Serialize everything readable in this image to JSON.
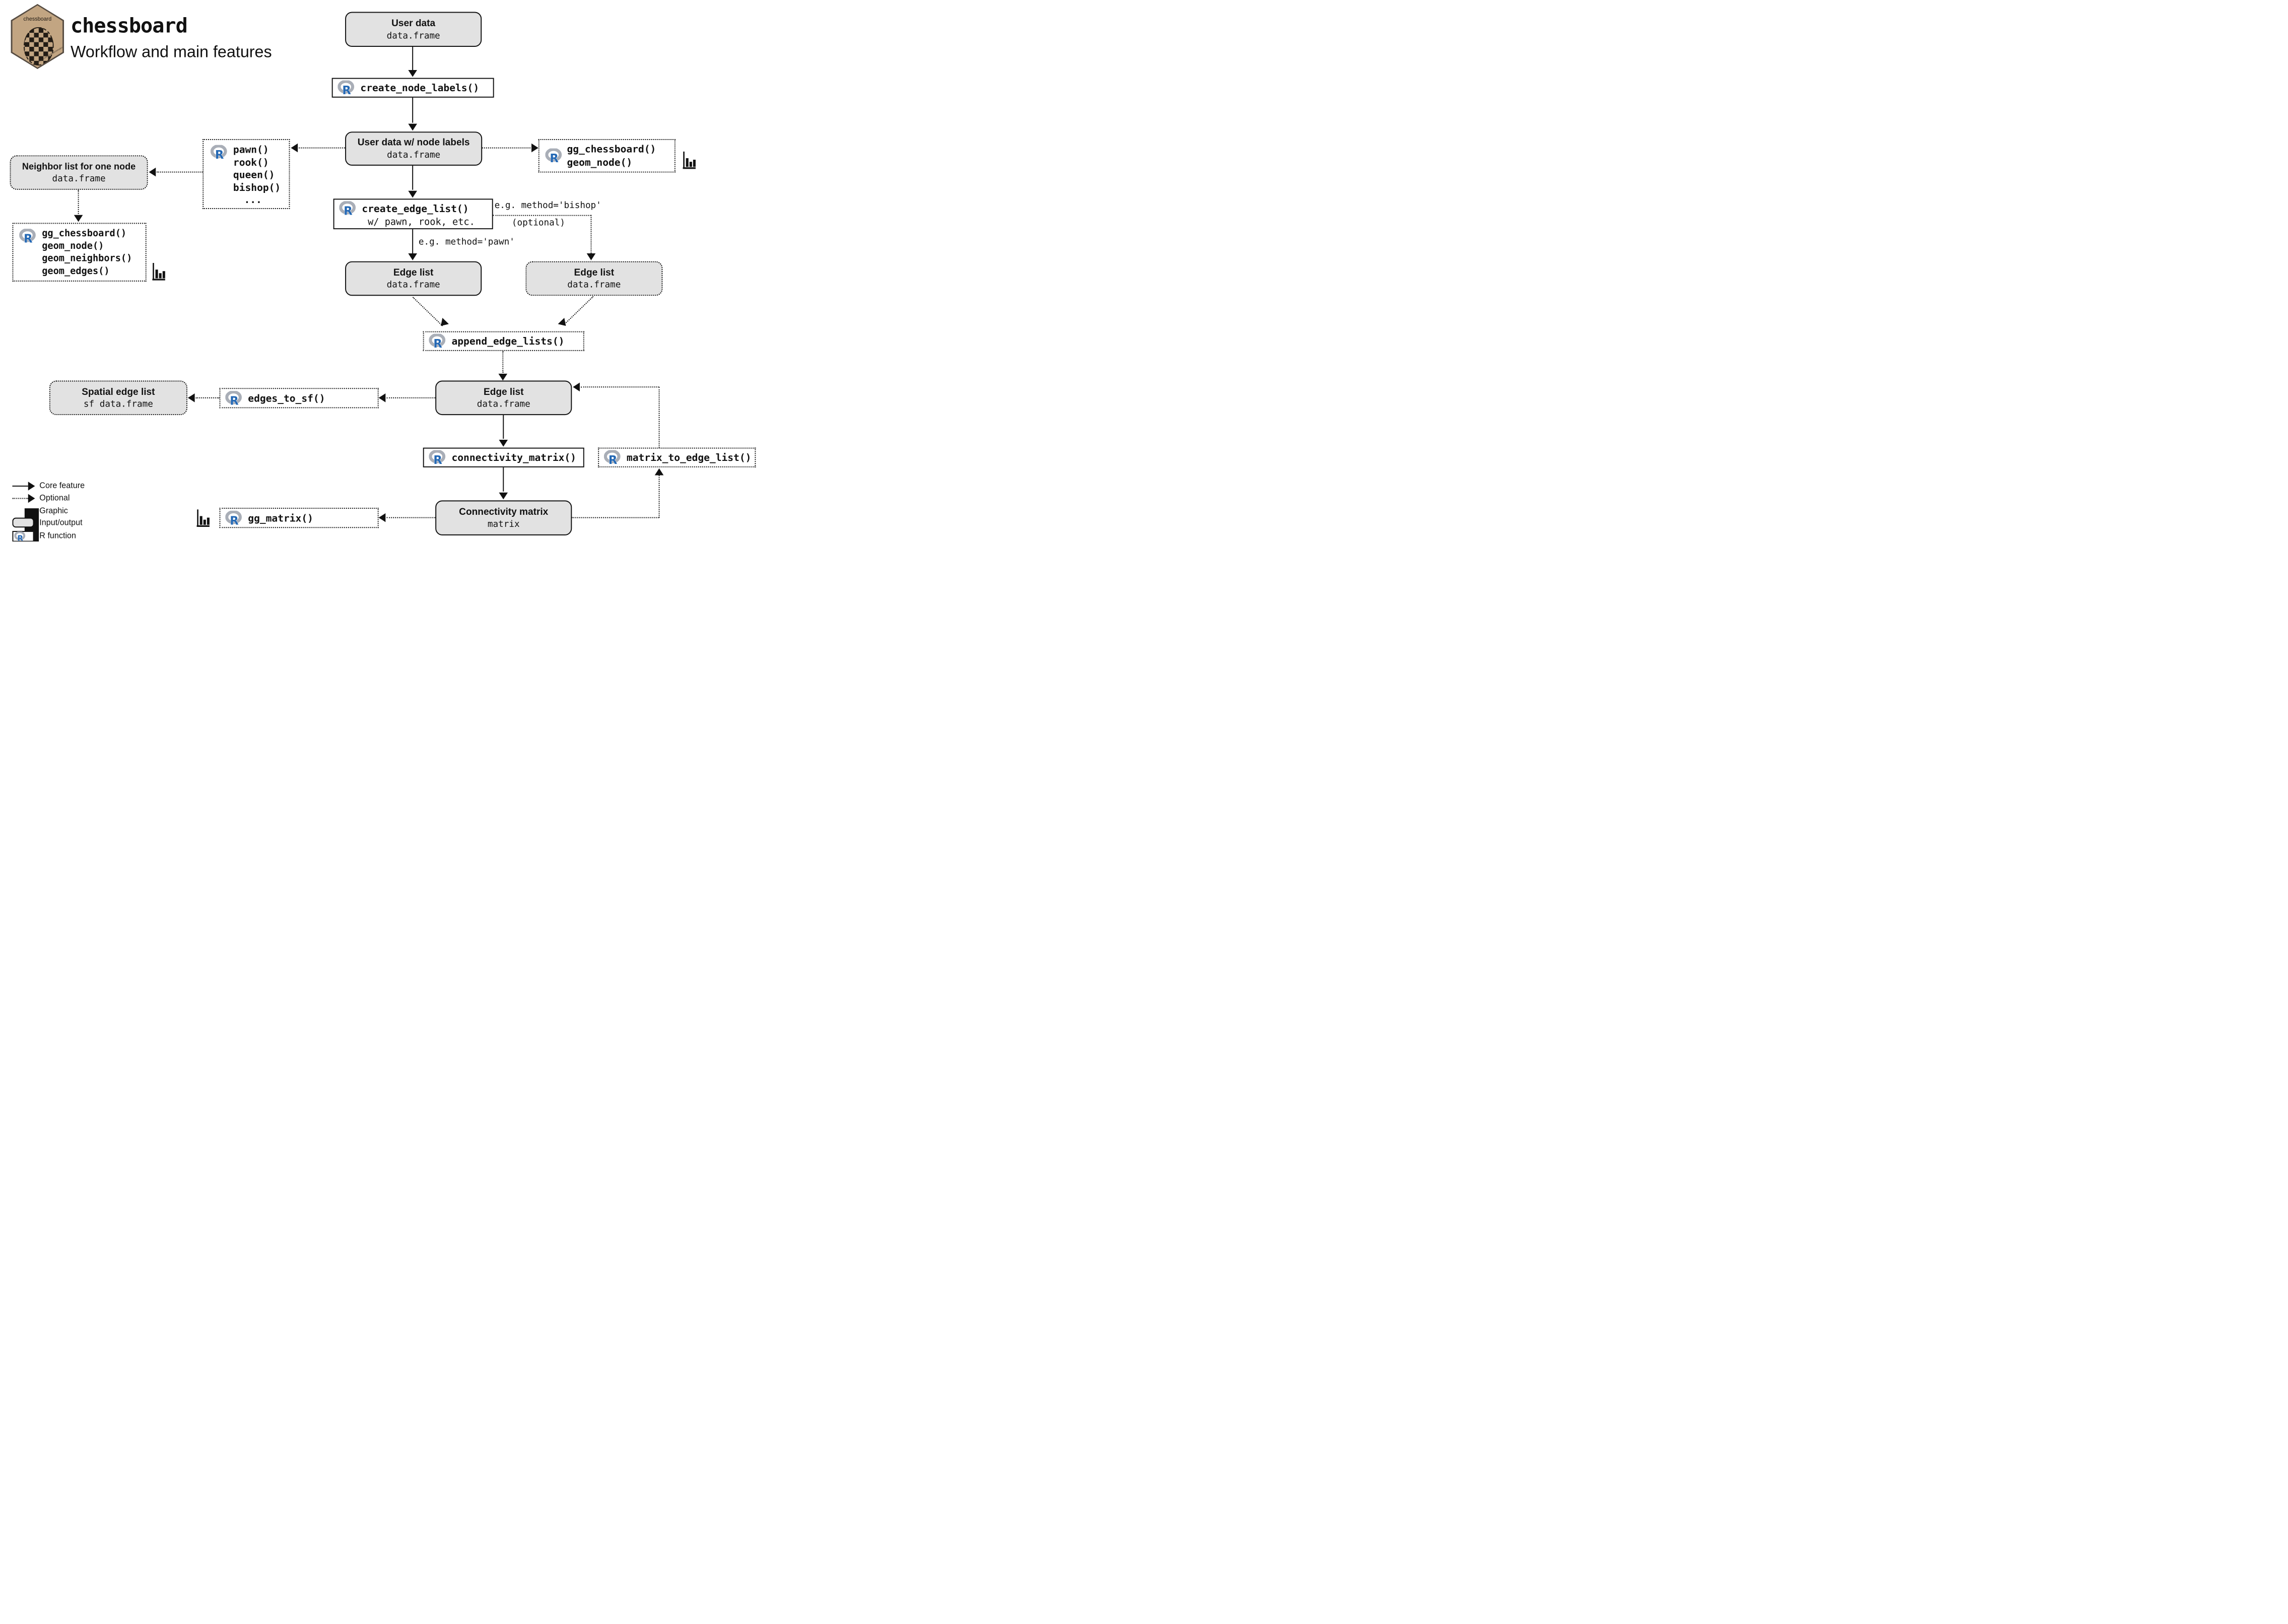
{
  "header": {
    "title": "chessboard",
    "subtitle": "Workflow and main features",
    "logo": {
      "label": "chessboard",
      "url_text": "https://github.com/frbcesab/chessboard"
    }
  },
  "nodes": {
    "user_data": {
      "title": "User data",
      "subtitle": "data.frame"
    },
    "create_node_labels": {
      "label": "create_node_labels()"
    },
    "user_data_labels": {
      "title": "User data w/ node labels",
      "subtitle": "data.frame"
    },
    "pawn_fns": {
      "lines": [
        "pawn()",
        "rook()",
        "queen()",
        "bishop()",
        "..."
      ]
    },
    "gg_chessboard_right": {
      "lines": [
        "gg_chessboard()",
        "geom_node()"
      ]
    },
    "neighbor_list": {
      "title": "Neighbor list for one node",
      "subtitle": "data.frame"
    },
    "gg_chessboard_left": {
      "lines": [
        "gg_chessboard()",
        "geom_node()",
        "geom_neighbors()",
        "geom_edges()"
      ]
    },
    "create_edge_list": {
      "label": "create_edge_list()",
      "sublabel": "w/ pawn, rook, etc."
    },
    "edge_list_left": {
      "title": "Edge list",
      "subtitle": "data.frame"
    },
    "edge_list_right": {
      "title": "Edge list",
      "subtitle": "data.frame"
    },
    "append_edge_lists": {
      "label": "append_edge_lists()"
    },
    "edge_list_main": {
      "title": "Edge list",
      "subtitle": "data.frame"
    },
    "edges_to_sf": {
      "label": "edges_to_sf()"
    },
    "spatial_edge_list": {
      "title": "Spatial edge list",
      "subtitle": "sf data.frame"
    },
    "connectivity_matrix_fn": {
      "label": "connectivity_matrix()"
    },
    "connectivity_matrix": {
      "title": "Connectivity matrix",
      "subtitle": "matrix"
    },
    "gg_matrix": {
      "label": "gg_matrix()"
    },
    "matrix_to_edge_list": {
      "label": "matrix_to_edge_list()"
    }
  },
  "annotations": {
    "method_bishop": "e.g. method='bishop'",
    "optional": "(optional)",
    "method_pawn": "e.g. method='pawn'"
  },
  "legend": {
    "core_feature": "Core feature",
    "optional": "Optional",
    "graphic": "Graphic",
    "input_output": "Input/output",
    "r_function": "R function"
  },
  "colors": {
    "box_fill": "#e2e2e2",
    "line": "#111111",
    "r_blue": "#2468b4",
    "r_gray": "#a9aeb7",
    "hex_fill": "#c2a582",
    "hex_border": "#564c42"
  }
}
